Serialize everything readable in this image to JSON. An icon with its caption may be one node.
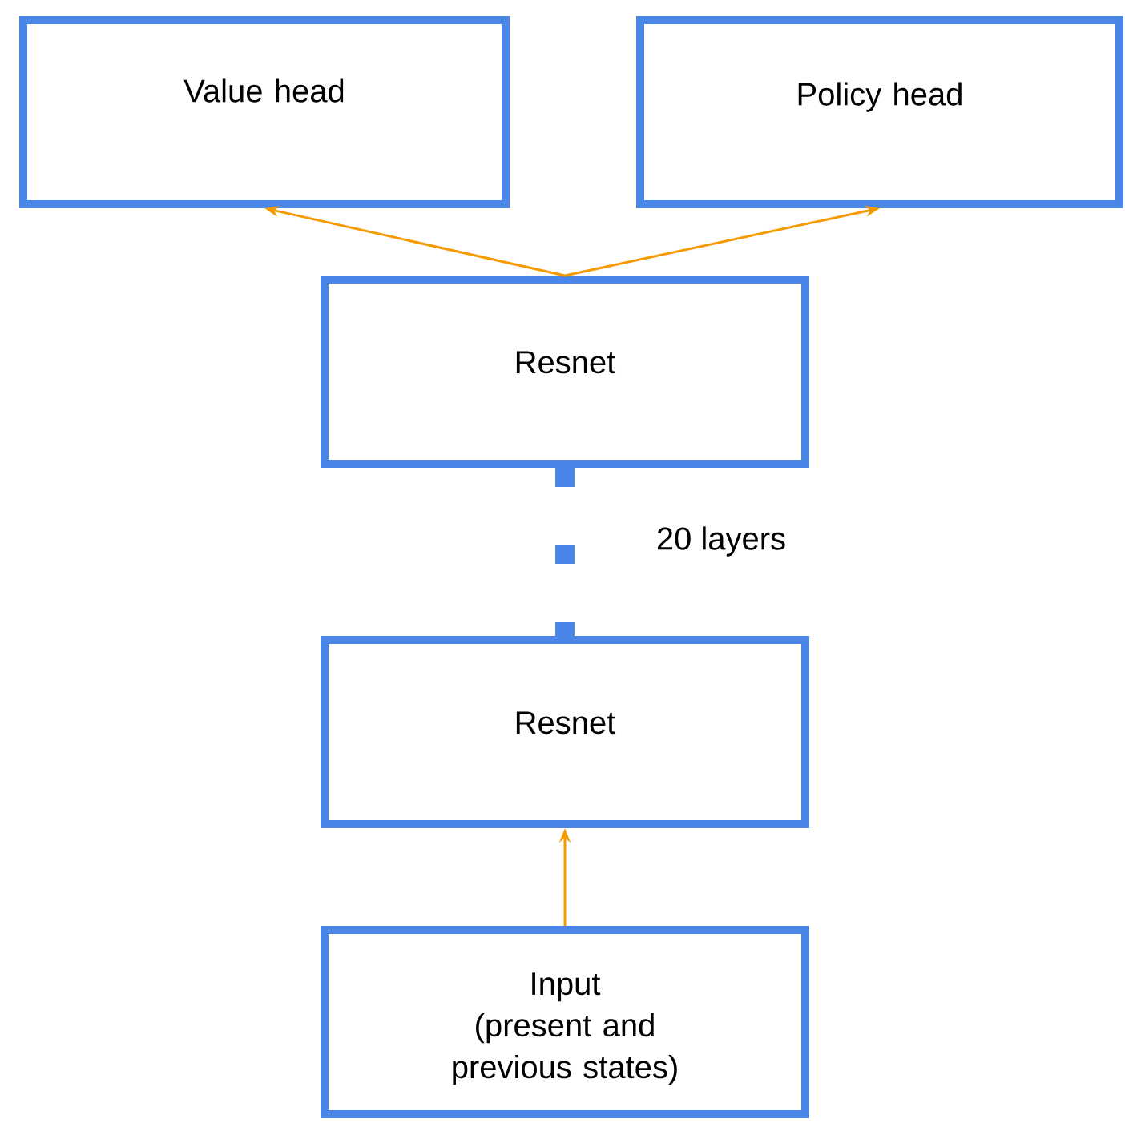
{
  "diagram": {
    "nodes": [
      {
        "text": [
          "Value head"
        ]
      },
      {
        "text": [
          "Policy head"
        ]
      },
      {
        "text": [
          "Resnet"
        ]
      },
      {
        "text": [
          "Resnet"
        ]
      },
      {
        "text": [
          "Input",
          "(present and previous states)"
        ]
      }
    ],
    "edges": [
      {
        "from": 2,
        "to": 0,
        "arrow": "to"
      },
      {
        "from": 2,
        "to": 1,
        "arrow": "to"
      },
      {
        "from": 2,
        "to": 3,
        "arrow": "none",
        "style": "dashed",
        "color": "#4a86e8",
        "label": "20 layers"
      },
      {
        "from": 4,
        "to": 3,
        "arrow": "to"
      }
    ]
  }
}
